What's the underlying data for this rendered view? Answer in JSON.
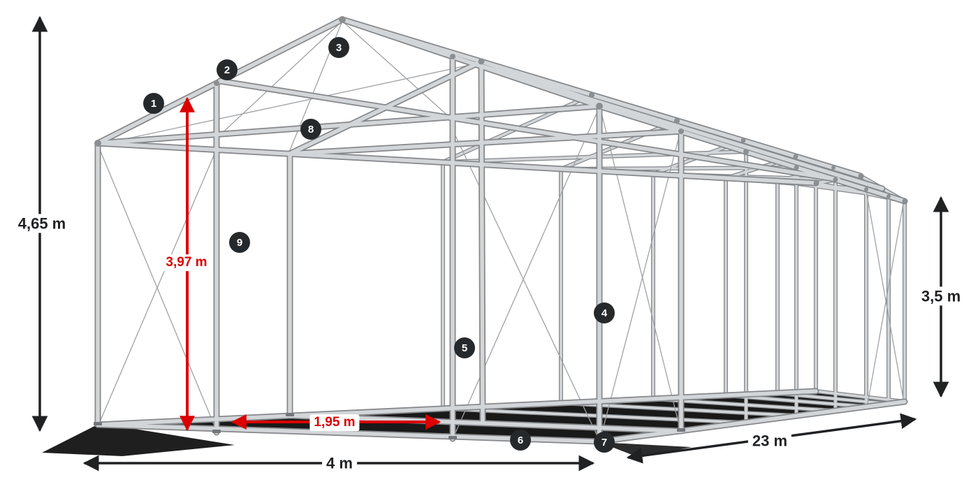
{
  "diagram_type": "tent-frame-dimension-diagram",
  "dimensions": {
    "total_height": "4,65 m",
    "inner_height": "3,97 m",
    "side_height": "3,5 m",
    "post_spacing": "1,95 m",
    "width": "4 m",
    "length": "23 m"
  },
  "badges": [
    "1",
    "2",
    "3",
    "4",
    "5",
    "6",
    "7",
    "8",
    "9"
  ],
  "colors": {
    "background": "#ffffff",
    "frame_light": "#d3d6d9",
    "frame_dark": "#85888b",
    "cable": "#9fa2a5",
    "shadow": "#070707",
    "dimension_text": "#1f2123",
    "accent_red": "#db0000",
    "badge_background": "#26292c",
    "badge_text": "#ffffff"
  }
}
